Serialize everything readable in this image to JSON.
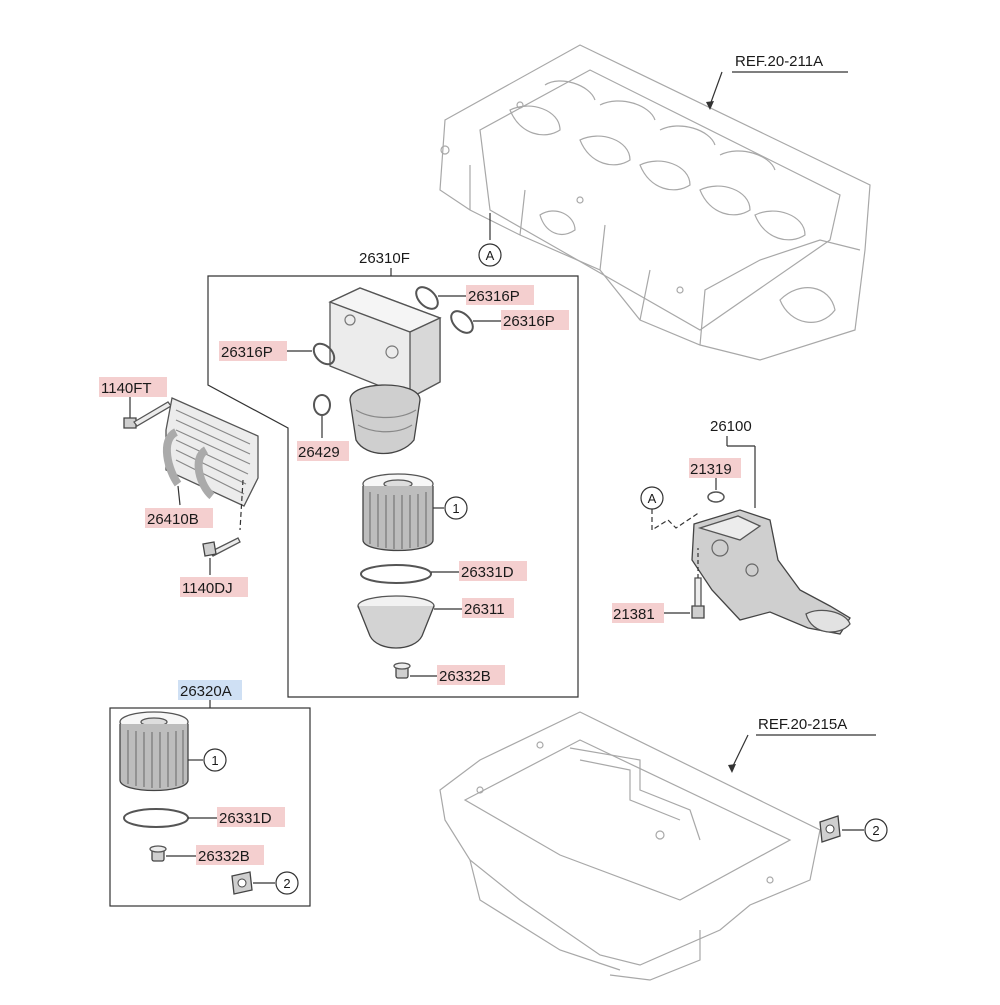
{
  "labels": {
    "ref_block": "REF.20-211A",
    "ref_pan": "REF.20-215A",
    "assembly_cooler": "26310F",
    "oring_top1": "26316P",
    "oring_top2": "26316P",
    "oring_left": "26316P",
    "oring_small": "26429",
    "bolt_top": "1140FT",
    "cooler": "26410B",
    "bolt_bottom": "1140DJ",
    "seal_ring": "26331D",
    "filter_cap": "26311",
    "drain_plug": "26332B",
    "pump_assembly": "26100",
    "pump_oring": "21319",
    "pump_bolt": "21381",
    "kit": "26320A",
    "kit_seal": "26331D",
    "kit_plug": "26332B"
  },
  "callouts": {
    "a_block": "A",
    "a_pump": "A",
    "one_main": "1",
    "one_kit": "1",
    "two_kit": "2",
    "two_pan": "2"
  },
  "colors": {
    "part_highlight": "#f4cfcf",
    "kit_highlight": "#cfe0f4"
  }
}
